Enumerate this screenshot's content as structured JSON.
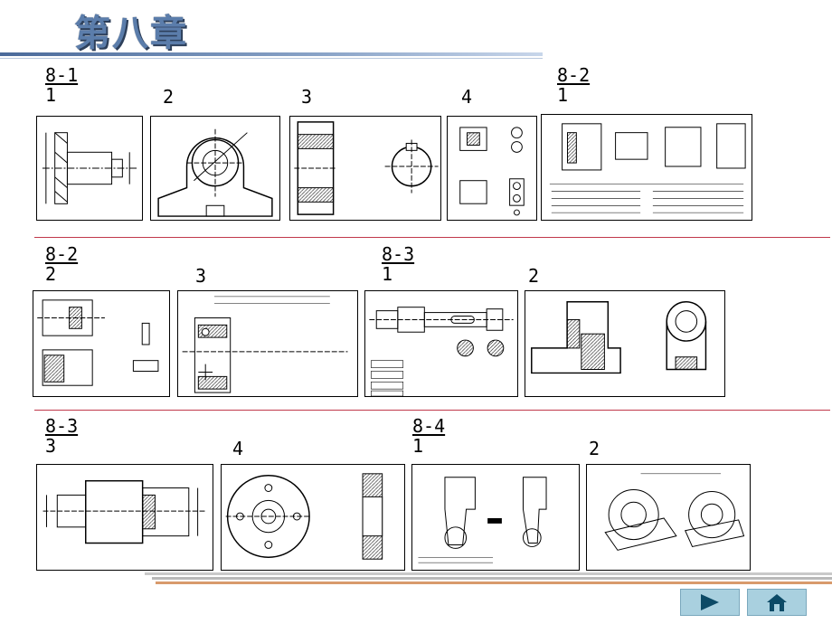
{
  "title": "第八章",
  "sections": {
    "s81": {
      "top": "8-1",
      "sub": "1"
    },
    "s82a": {
      "top": "8-2",
      "sub": "1"
    },
    "s82b": {
      "top": "8-2",
      "sub": "2"
    },
    "s83a": {
      "top": "8-3",
      "sub": "1"
    },
    "s83b": {
      "top": "8-3",
      "sub": "3"
    },
    "s84": {
      "top": "8-4",
      "sub": "1"
    }
  },
  "numbers": {
    "r1_2": "2",
    "r1_3": "3",
    "r1_4": "4",
    "r2_3": "3",
    "r2_2": "2",
    "r3_4": "4",
    "r3_2": "2"
  },
  "nav": {
    "next_icon": "play-triangle",
    "home_icon": "house"
  },
  "colors": {
    "title": "#5b7dab",
    "divider": "#c0384a",
    "button": "#a9d0df"
  }
}
